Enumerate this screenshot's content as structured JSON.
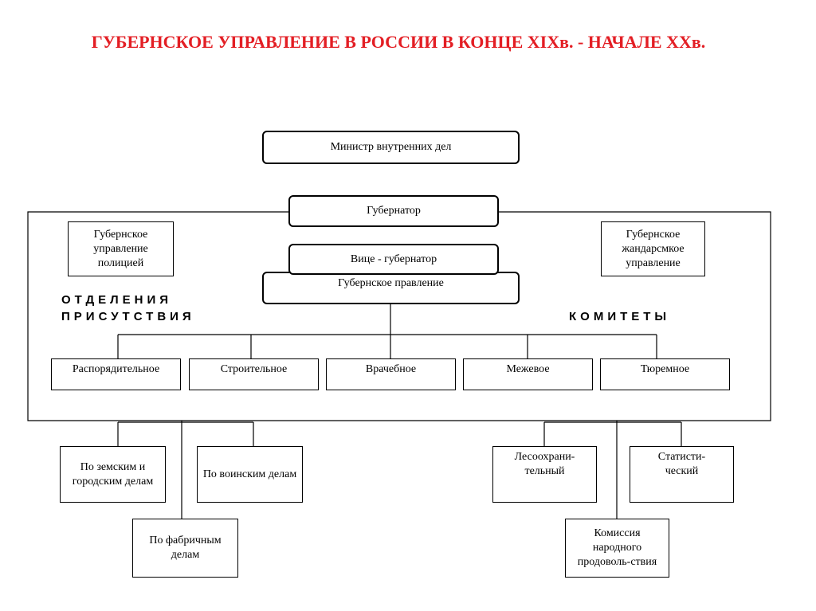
{
  "title": "ГУБЕРНСКОЕ УПРАВЛЕНИЕ В РОССИИ В КОНЦЕ XIXв. - НАЧАЛЕ XXв.",
  "labels": {
    "otdeleniya": "ОТДЕЛЕНИЯ",
    "prisutstviya": "ПРИСУТСТВИЯ",
    "komitety": "КОМИТЕТЫ"
  },
  "nodes": {
    "minister": "Министр внутренних дел",
    "governor": "Губернатор",
    "vice_governor": "Вице - губернатор",
    "gub_pravlenie": "Губернское правление",
    "police": "Губернское управление полицией",
    "gendarme": "Губернское жандарсмкое управление",
    "rasporyaditelnoe": "Распорядительное",
    "stroitelnoe": "Строительное",
    "vrachebnoe": "Врачебное",
    "mezhevoe": "Межевое",
    "tyuremnoe": "Тюремное",
    "zemskie": "По земским и городским делам",
    "voinskie": "По воинским делам",
    "fabrichnye": "По фабричным делам",
    "lesookhran": "Лесоохрани-тельный",
    "statist": "Статисти-ческий",
    "komissiya": "Комиссия народного продоволь-ствия"
  }
}
